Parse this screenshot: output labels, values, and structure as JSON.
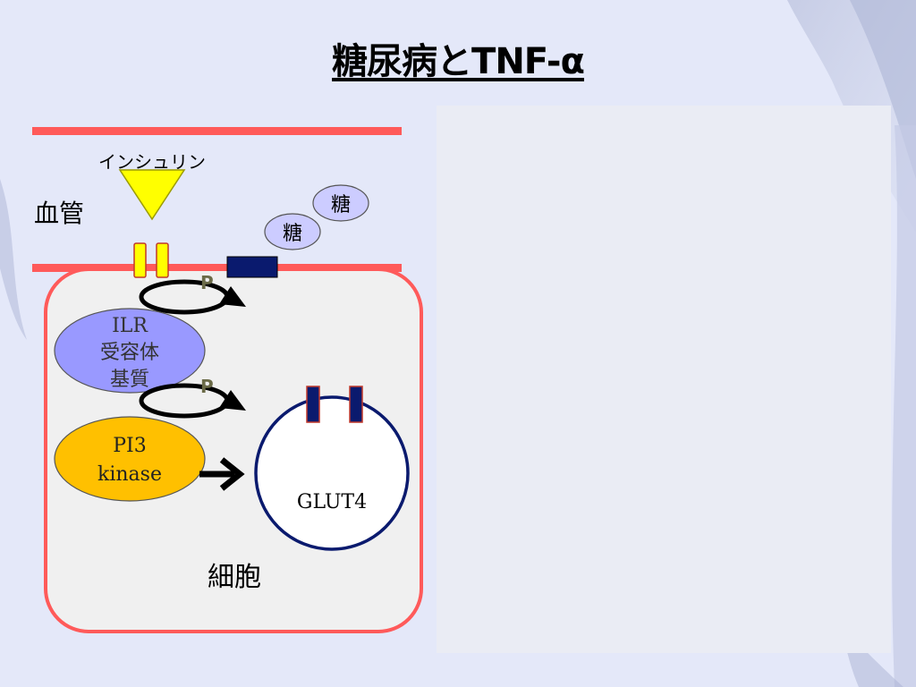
{
  "slide": {
    "title": "糖尿病とTNF-α"
  },
  "diagram": {
    "insulin_label": "インシュリン",
    "vessel_label": "血管",
    "cell_label": "細胞",
    "sugar_labels": [
      "糖",
      "糖"
    ],
    "phosphate_label": "P",
    "ilr_lines": [
      "ILR",
      "受容体",
      "基質"
    ],
    "pi3_lines": [
      "PI3",
      "kinase"
    ],
    "glut4_label": "GLUT4"
  },
  "colors": {
    "membrane": "#ff5a5a",
    "insulin": "#ffff00",
    "ilr_fill": "#9999ff",
    "pi3_fill": "#ffc000",
    "sugar_fill": "#ccccff",
    "transporter": "#0a1a6e",
    "phosphate_text": "#6b6b48"
  }
}
